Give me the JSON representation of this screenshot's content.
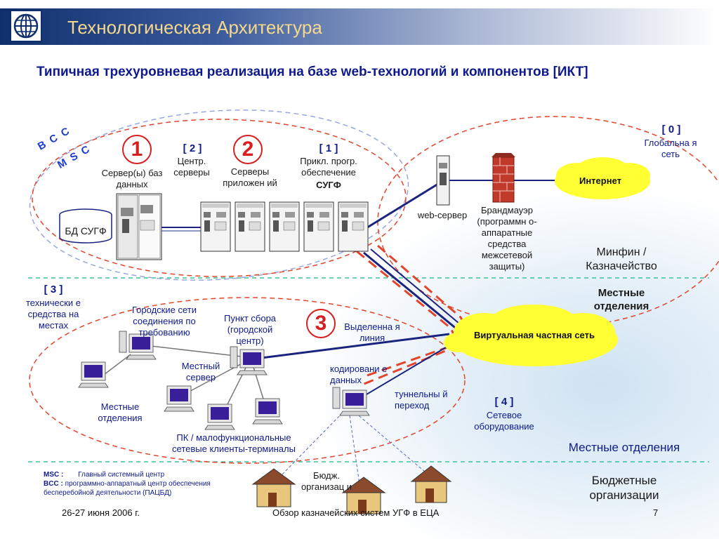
{
  "header": {
    "title": "Технологическая Архитектура"
  },
  "subtitle": "Типичная трехуровневая реализация на базе web-технологий и компонентов [ИКТ]",
  "arcs": {
    "bcc": "B C C",
    "msc": "M S C"
  },
  "tier1": {
    "number": "1",
    "label": "Сервер(ы) баз данных",
    "db_label": "БД СУГФ"
  },
  "tier2": {
    "tag": "[ 2 ]",
    "label": "Центр. серверы",
    "number": "2",
    "app_label": "Серверы приложен ий"
  },
  "tier_app": {
    "tag": "[ 1 ]",
    "label": "Прикл. прогр. обеспечение",
    "label_bold": "СУГФ"
  },
  "tier0": {
    "tag": "[ 0 ]",
    "label": "Глобальна я сеть"
  },
  "internet": "Интернет",
  "web_server": "web-сервер",
  "firewall": "Брандмауэр (программн о- аппаратные средства межсетевой защиты)",
  "minfin": "Минфин / Казначейство",
  "local_offices_bold": "Местные отделения",
  "tier3": {
    "tag": "[ 3 ]",
    "label": "технически е средства на местах",
    "number": "3"
  },
  "city_networks": "Городские сети соединения по требованию",
  "collection_point": "Пункт сбора (городской центр)",
  "dedicated_line": "Выделенна я линия",
  "vpn": "Виртуальная частная сеть",
  "local_server": "Местный сервер",
  "encoding": "кодировани е данных",
  "tunnel": "туннельны й переход",
  "tier4": {
    "tag": "[ 4 ]",
    "label": "Сетевое оборудование"
  },
  "local_offices_left": "Местные отделения",
  "pc_terminals": "ПК / малофункциональные сетевые клиенты-терминалы",
  "local_offices_right": "Местные отделения",
  "budget_orgs": "Бюджетные организации",
  "budget_orgs_short": "Бюдж. организац и",
  "legend": {
    "msc_key": "MSC :",
    "msc_value": "Главный системный центр",
    "bcc_key": "BCC :",
    "bcc_value": "программно-аппаратный центр обеспечения бесперебойной деятельности (ПАЦБД)"
  },
  "footer": {
    "date": "26-27 июня 2006 г.",
    "center": "Обзор казначейских систем УГФ в ЕЦА",
    "page": "7"
  },
  "colors": {
    "dash_red": "#e2452c",
    "dash_blue": "#9aa6e0",
    "line_blue": "#1a237e",
    "accent_red": "#d81e1e",
    "cloud": "#ffff33"
  }
}
